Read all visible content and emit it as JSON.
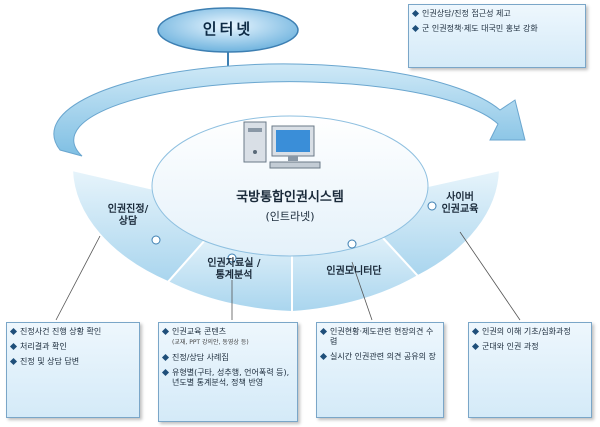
{
  "internet": {
    "label": "인터넷"
  },
  "top_box": {
    "items": [
      "인권상담/진정 접근성 제고",
      "군 인권정책·제도 대국민 홍보 강화"
    ]
  },
  "center": {
    "title": "국방통합인권시스템",
    "subtitle": "(인트라넷)"
  },
  "segments": {
    "petition": "인권진정/\n상담",
    "materials": "인권자료실 /\n통계분석",
    "monitor": "인권모니터단",
    "cyber": "사이버\n인권교육"
  },
  "bottom_boxes": [
    {
      "items": [
        "진정사건 진행 상황 확인",
        "처리결과 확인",
        "진정 및 상담 답변"
      ]
    },
    {
      "items": [
        "인권교육 콘텐츠",
        "(교재, PPT 강의안, 동영상 등)",
        "진정/상담 사례집",
        "유형별(구타, 성추행, 언어폭력 등), 년도별 통계분석, 정책 반영"
      ]
    },
    {
      "items": [
        "인권현황·제도관련 현장의견 수렴",
        "실시간 인권관련 의견 공유의 장"
      ]
    },
    {
      "items": [
        "인권의 이해 기초/심화과정",
        "군대와 인권 과정"
      ]
    }
  ],
  "colors": {
    "accent": "#1f5d8c",
    "ring": "#8fc6e6",
    "segment": "#bfe0f2",
    "box_border": "#7aa6c8"
  },
  "icons": [
    "computer-icon",
    "arrow-icon",
    "bullet-icon"
  ]
}
